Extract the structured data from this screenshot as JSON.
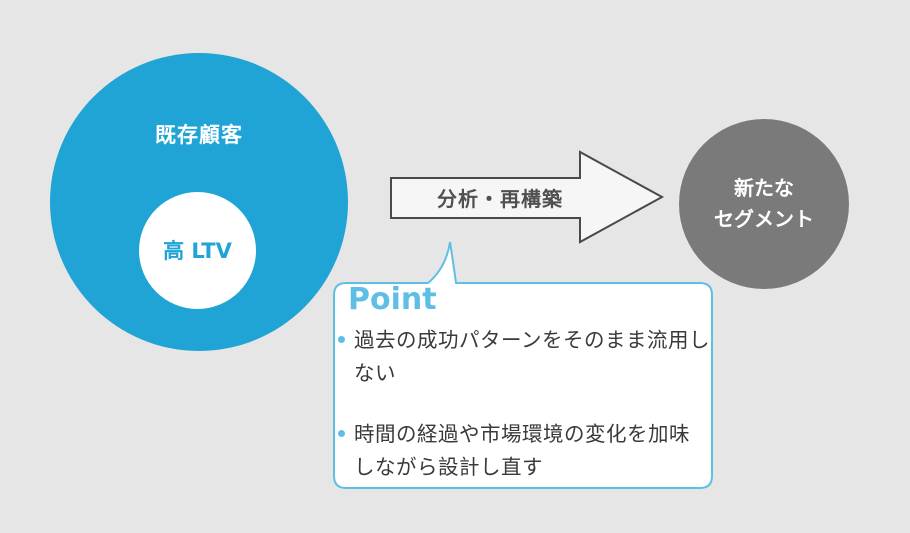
{
  "existing_customers": {
    "label": "既存顧客"
  },
  "high_ltv": {
    "label": "高 LTV"
  },
  "arrow": {
    "label": "分析・再構築"
  },
  "new_segment": {
    "line1": "新たな",
    "line2": "セグメント"
  },
  "point": {
    "title": "Point",
    "items": [
      "過去の成功パターンをそのまま流用しない",
      "時間の経過や市場環境の変化を加味しながら設計し直す"
    ]
  },
  "colors": {
    "background": "#e6e6e6",
    "blue": "#20a4d6",
    "light_blue": "#5ebfe6",
    "gray_circle": "#7a7a7a",
    "arrow_fill": "#f6f6f6",
    "arrow_stroke": "#4a4a4a"
  }
}
